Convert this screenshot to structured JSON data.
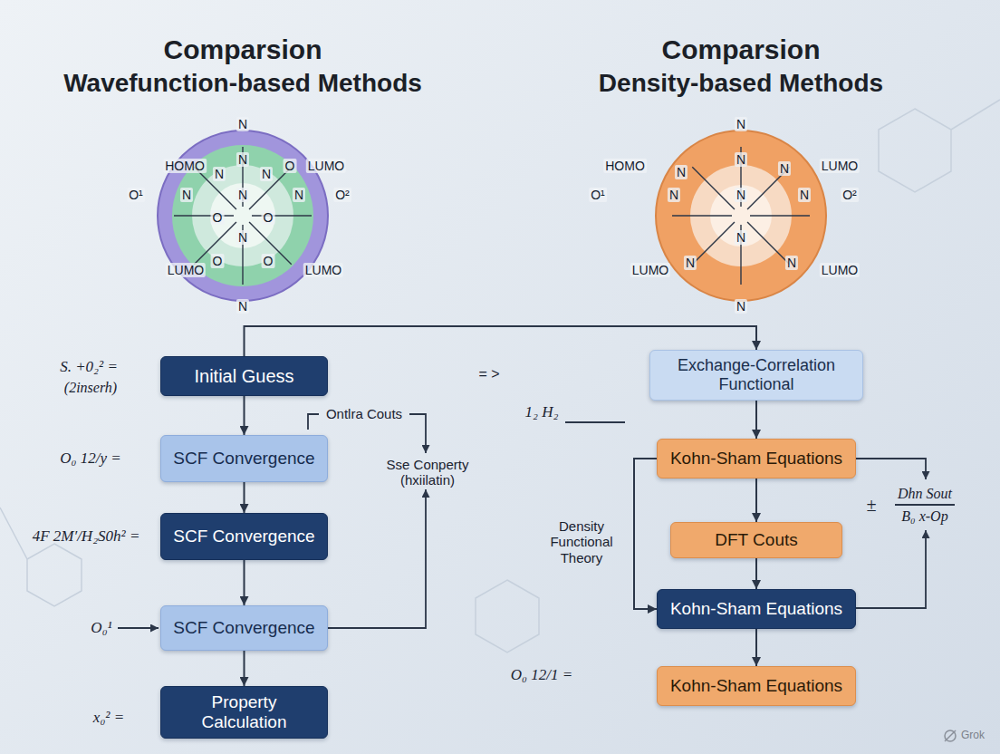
{
  "diagram": {
    "nodes": [
      {
        "text": [
          "Initial Guess"
        ]
      },
      {
        "text": [
          "SCF Convergence"
        ]
      },
      {
        "text": [
          "SCF Convergence"
        ]
      },
      {
        "text": [
          "SCF Convergence"
        ]
      },
      {
        "text": [
          "Property Calculation"
        ]
      },
      {
        "text": [
          "Exchange-Correlation Functional"
        ]
      },
      {
        "text": [
          "Kohn-Sham Equations"
        ]
      },
      {
        "text": [
          "DFT Couts"
        ]
      },
      {
        "text": [
          "Kohn-Sham Equations"
        ]
      },
      {
        "text": [
          "Kohn-Sham Equations"
        ]
      }
    ],
    "edges": [
      {
        "from": 0,
        "to": 1,
        "arrow": "to"
      },
      {
        "from": 1,
        "to": 2,
        "arrow": "to"
      },
      {
        "from": 2,
        "to": 3,
        "arrow": "to"
      },
      {
        "from": 3,
        "to": 4,
        "arrow": "to"
      },
      {
        "from": 0,
        "to": 5,
        "arrow": "to"
      },
      {
        "from": 5,
        "to": 6,
        "arrow": "to"
      },
      {
        "from": 6,
        "to": 7,
        "arrow": "to"
      },
      {
        "from": 7,
        "to": 8,
        "arrow": "to"
      },
      {
        "from": 8,
        "to": 9,
        "arrow": "to"
      },
      {
        "from": 6,
        "to": 8,
        "label": "Density Functional Theory",
        "arrow": "to"
      }
    ],
    "labels": [
      "Comparsion",
      "Wavefunction-based Methods",
      "Comparsion",
      "Density-based Methods",
      "N",
      "HOMO",
      "N",
      "N",
      "N",
      "O",
      "LUMO",
      "O¹",
      "N",
      "N",
      "N",
      "O²",
      "O",
      "O",
      "LUMO",
      "O",
      "N",
      "O",
      "LUMO",
      "N",
      "N",
      "HOMO",
      "N",
      "N",
      "N",
      "LUMO",
      "O¹",
      "N",
      "N",
      "N",
      "O²",
      "LUMO",
      "N",
      "N",
      "N",
      "LUMO",
      "N",
      "S. +0₂² =",
      "(2inserh)",
      "Ontlra Couts",
      "O₀ 12/y =",
      "4F 2M′/H₂S0h² =",
      "O₀¹",
      "x₀² =",
      "Sse Conperty (hxiilatin)",
      "= >",
      "1₂ H₂",
      "±",
      "Dhn Sout",
      "B₀ x-Op",
      "O₀ 12/1 =",
      "Grok"
    ]
  }
}
